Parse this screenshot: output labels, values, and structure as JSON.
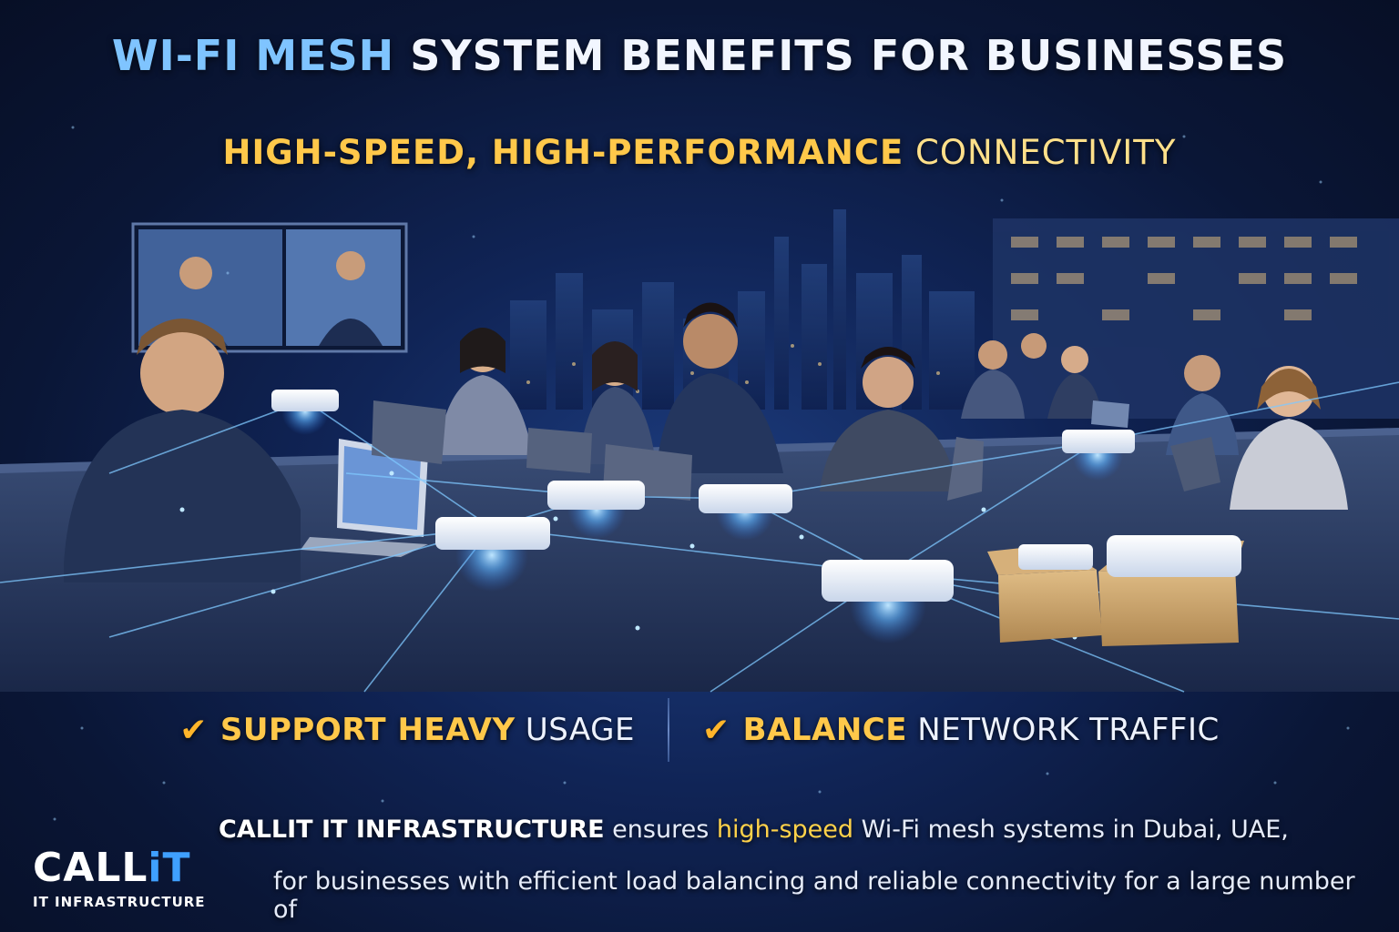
{
  "header": {
    "title_highlight": "WI-FI MESH",
    "title_rest": " SYSTEM BENEFITS FOR BUSINESSES",
    "subtitle_main": "HIGH-SPEED, HIGH-PERFORMANCE",
    "subtitle_soft": " CONNECTIVITY"
  },
  "benefits": [
    {
      "check": "✔",
      "strong": "SUPPORT HEAVY",
      "rest": " USAGE"
    },
    {
      "check": "✔",
      "strong": "BALANCE",
      "rest": " NETWORK TRAFFIC"
    }
  ],
  "footer": {
    "brand": "CALLIT IT INFRASTRUCTURE",
    "text_a": " ensures ",
    "highlight": "high-speed",
    "text_b": " Wi-Fi mesh systems in Dubai, UAE,",
    "line2": "for businesses with efficient load balancing and reliable connectivity for a large number of"
  },
  "logo": {
    "word_main": "CALL",
    "word_accent": "iT",
    "tagline": "IT INFRASTRUCTURE"
  },
  "colors": {
    "title_highlight": "#7fc4ff",
    "gold": "#ffc84a",
    "network_glow": "#7fc8ff",
    "background": "#0a1430"
  }
}
